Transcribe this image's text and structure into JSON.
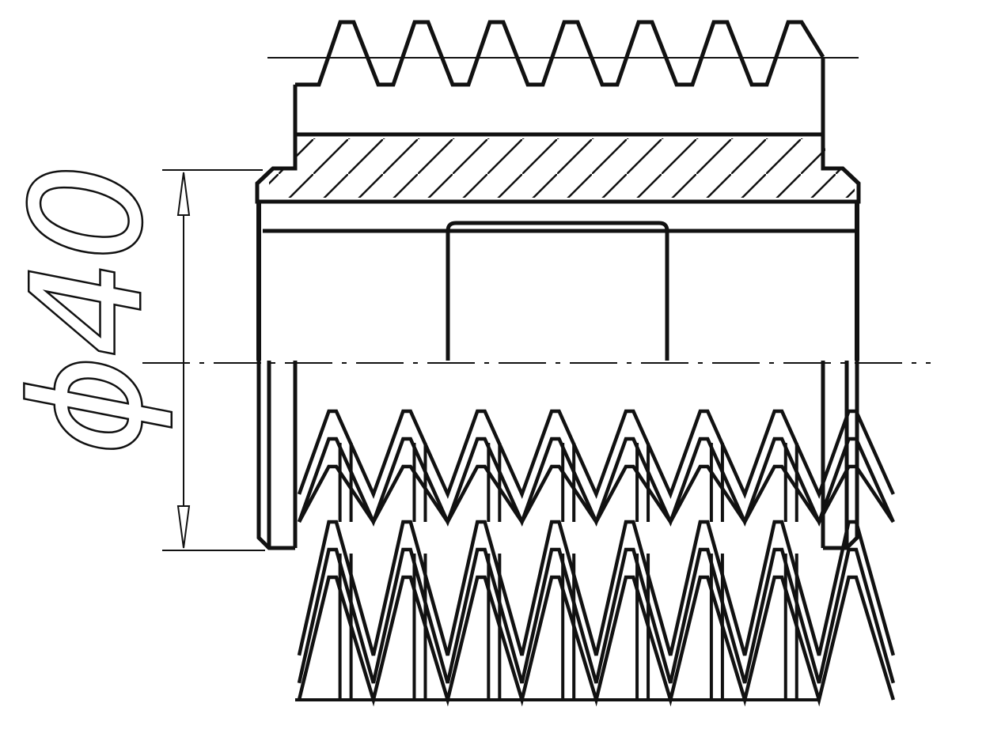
{
  "drawing": {
    "dimension_label": "ϕ40",
    "colors": {
      "line": "#111111",
      "background": "#ffffff"
    },
    "teeth_count": 7,
    "knurl_rows": 2
  }
}
